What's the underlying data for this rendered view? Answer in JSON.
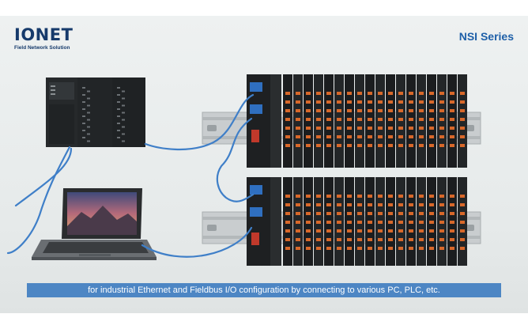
{
  "brand": {
    "name": "IONET",
    "tagline": "Field Network Solution"
  },
  "series_title": "NSI Series",
  "caption": "for industrial Ethernet and Fieldbus I/O configuration by connecting to various PC, PLC, etc.",
  "colors": {
    "brand_navy": "#163a6b",
    "accent_blue": "#1e5fa8",
    "caption_bg": "#4d86c4",
    "cable_blue": "#3f7fc8",
    "module_orange": "#d8682a",
    "rail_silver": "#c9cdcf"
  },
  "icons": [
    "plc-unit-icon",
    "laptop-icon",
    "io-module-rack-icon",
    "din-rail-icon",
    "ethernet-cable-icon"
  ]
}
